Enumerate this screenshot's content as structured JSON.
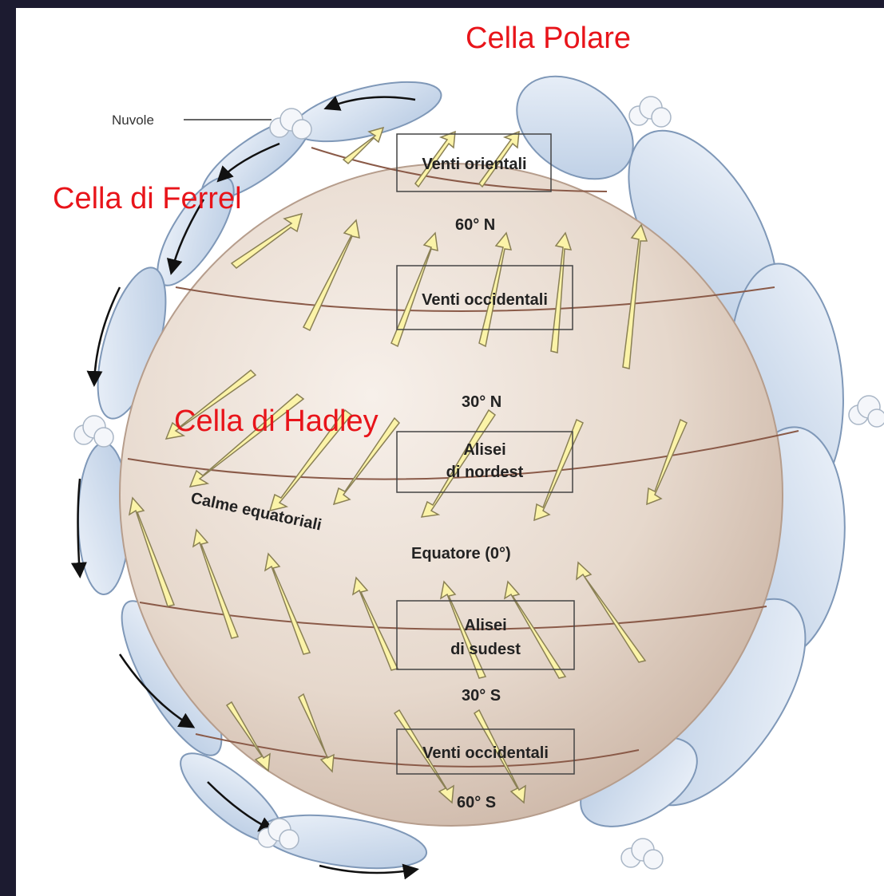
{
  "cells": {
    "polar": "Cella Polare",
    "ferrel": "Cella di Ferrel",
    "hadley": "Cella di Hadley"
  },
  "callout": {
    "clouds": "Nuvole"
  },
  "latitudes": {
    "n60": "60° N",
    "n30": "30° N",
    "equator": "Equatore (0°)",
    "s30": "30° S",
    "s60": "60° S",
    "calm": "Calme equatoriali"
  },
  "winds": {
    "polar_easterlies": "Venti orientali",
    "westerlies_north": "Venti occidentali",
    "ne_trades_line1": "Alisei",
    "ne_trades_line2": "di nordest",
    "se_trades_line1": "Alisei",
    "se_trades_line2": "di sudest",
    "westerlies_south": "Venti occidentali"
  },
  "colors": {
    "background": "#1c1b30",
    "label_red": "#e8141a",
    "globe": "#e9ddd2",
    "cell_blue": "#c9d8ea",
    "arrow_yellow": "#fbf3a8"
  }
}
